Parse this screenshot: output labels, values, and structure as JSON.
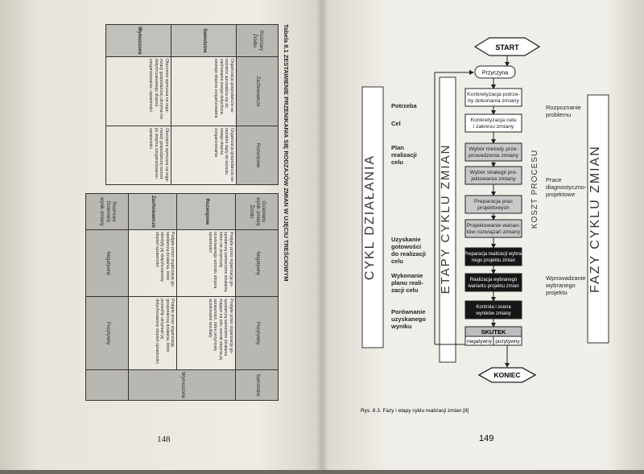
{
  "left_page": {
    "page_number": "148",
    "table_caption": "Tabela 8.1  ZESTAWIENIE PRZENIKANIA SIĘ RODZAJÓW ZMIAN W UJĘCIU TREŚCIOWYM",
    "table1": {
      "corner_top": "Rozmiary",
      "corner_bottom": "Źródło",
      "col1": "Zachowawcze",
      "col2": "Rozwojowe",
      "rows": [
        {
          "head": "Samoistne",
          "c1": "Organizacja gospodarcza sa-moistnie sprowadza się do zachowania swego dotychcza-sowego stopnia zorganizowania",
          "c2": "Organizacja gospodarcza sa-moistnie dąży do wzrostu swego stopnia zorganizowania"
        },
        {
          "head": "Wymuszone",
          "c1": "Otoczenie wymusza na orga-nizacji gospodarczej utrzyma-nie dotychczasowego stopnia zorganizowania i sprawności",
          "c2": "Otoczenie wymusza na orga-nizacji gospodarczej wzrost jej stopnia zorganizowania i sprawności"
        }
      ]
    },
    "table2": {
      "corner_top": "Ocieniany wynik zmiany",
      "corner_bottom": "Źródło",
      "col1": "Negatywny",
      "col2": "Pozytywny",
      "col3": "Samoistne",
      "rows": [
        {
          "head": "Rozwojowe",
          "c1": "Podjęte przez organizację go-spodarczą zamierzone działania, które nie przyniosły oczekiwanego wzrostu stopnia sprawności",
          "c2": "Podjęte przez organizację go-spodarczą samoistne działania mające na celu wzrost stopnia jej sprawności, które przyniosły oczekiwane rezultaty"
        },
        {
          "head": "Zachowawcze",
          "c1": "Podjęte przez organizację go-spodarczą działania, które obniżyły jej dotychczasowy stopień sprawności",
          "c2": "Podjęte przez organizację gospodarczą działania, które pozwoliły utrzymać jej dotychczasowy stopień sprawności"
        }
      ],
      "footer_head": "Rozmiary",
      "footer_sub": "Ocieniany wynik zmiany",
      "footer_c1": "Negatywny",
      "footer_c2": "Pozytywny",
      "footer_c3": "Wymuszone"
    }
  },
  "right_page": {
    "page_number": "149",
    "caption": "Rys. 8.3.  Fazy i etapy cyklu realizacji zmian  [8]",
    "start": "START",
    "cause": "Przyczyna",
    "end": "KONIEC",
    "effect": "SKUTEK",
    "negative": "negatywny",
    "positive": "pozytywny",
    "left_vertical": "CYKL DZIAŁANIA",
    "middle_vertical": "ETAPY CYKLU ZMIAN",
    "cost_vertical": "KOSZT PROCESU",
    "right_vertical": "FAZY CYKLU ZMIAN",
    "steps": [
      {
        "line1": "Konkretyzacja potrze-",
        "line2": "by dokonania zmiany",
        "style": "light"
      },
      {
        "line1": "Konkretyzacja celu",
        "line2": "i zakresu zmiany",
        "style": "light"
      },
      {
        "line1": "Wybór metody prze-",
        "line2": "prowadzenia zmiany",
        "style": "gray"
      },
      {
        "line1": "Wybór strategii pro-",
        "line2": "jektowania zmiany",
        "style": "gray"
      },
      {
        "line1": "Preparacja prac",
        "line2": "projektowych",
        "style": "gray"
      },
      {
        "line1": "Projektowanie warian-",
        "line2": "tów rozwiązań zmiany",
        "style": "gray"
      },
      {
        "line1": "Preparacja realizacji wybra-",
        "line2": "nego projektu zmian",
        "style": "dark"
      },
      {
        "line1": "Realizacja wybranego",
        "line2": "wariantu projektu zmian",
        "style": "dark"
      },
      {
        "line1": "Kontrola i ocena",
        "line2": "wyników zmiany",
        "style": "dark"
      }
    ],
    "left_labels": [
      {
        "lines": [
          "Potrzeba"
        ]
      },
      {
        "lines": [
          "Cel"
        ]
      },
      {
        "lines": [
          "Plan",
          "realizacji",
          "celu"
        ]
      },
      {
        "lines": [
          "Uzyskanie",
          "gotowości",
          "do realizacji",
          "celu"
        ]
      },
      {
        "lines": [
          "Wykonanie",
          "planu reali-",
          "zacji celu"
        ]
      },
      {
        "lines": [
          "Porównanie",
          "uzyskanego",
          "wyniku"
        ]
      }
    ],
    "right_labels": [
      {
        "lines": [
          "Rozpoznanie",
          "problemu"
        ]
      },
      {
        "lines": [
          "Prace",
          "diagnostyczno-",
          "projektowe"
        ]
      },
      {
        "lines": [
          "Wprowadzanie",
          "wybranego",
          "projektu"
        ]
      }
    ]
  }
}
